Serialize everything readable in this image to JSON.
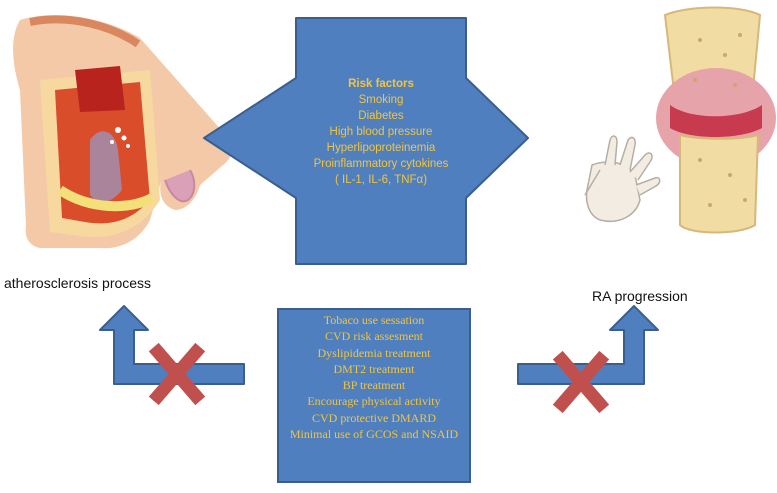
{
  "risk_factors": {
    "title": "Risk factors",
    "items": [
      "Smoking",
      "Diabetes",
      "High blood pressure",
      "Hyperlipoproteinemia",
      "Proinflammatory cytokines",
      "( IL-1, IL-6, TNFα)"
    ]
  },
  "interventions": {
    "items": [
      "Tobaco use sessation",
      "CVD risk assesment",
      "Dyslipidemia treatment",
      "DMT2 treatment",
      "BP treatment",
      "Encourage physical activity",
      "CVD protective DMARD",
      "Minimal use of GCOS and NSAID"
    ]
  },
  "labels": {
    "left": "atherosclerosis process",
    "right": "RA progression"
  },
  "colors": {
    "box_fill": "#4f7fbf",
    "box_stroke": "#3a5f8f",
    "text_accent": "#f2c53d",
    "cross": "#c0504d"
  },
  "icons": [
    "artery-illustration",
    "hand-illustration",
    "joint-illustration",
    "cross-icon"
  ]
}
